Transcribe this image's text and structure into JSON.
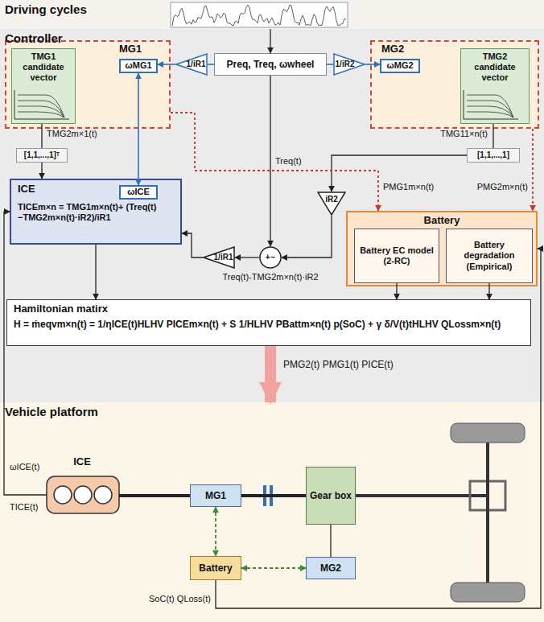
{
  "diagram": {
    "nodes": [
      {
        "text": [
          "Driving cycles"
        ]
      },
      {
        "text": [
          "Controller"
        ]
      },
      {
        "text": [
          "MG1"
        ],
        "in": 1
      },
      {
        "text": [
          "TMG1 candidate vector"
        ],
        "in": 2
      },
      {
        "text": [
          "ωMG1"
        ],
        "in": 2
      },
      {
        "text": [
          "Preq, Treq, ωwheel"
        ],
        "in": 1
      },
      {
        "text": [
          "MG2"
        ],
        "in": 1
      },
      {
        "text": [
          "ωMG2"
        ],
        "in": 6
      },
      {
        "text": [
          "TMG2 candidate vector"
        ],
        "in": 6
      },
      {
        "text": [
          "1/iR1"
        ],
        "in": 1
      },
      {
        "text": [
          "1/iR2"
        ],
        "in": 1
      },
      {
        "text": [
          "[1,1,...,1]ᵀ"
        ],
        "in": 1
      },
      {
        "text": [
          "[1,1,...,1]"
        ],
        "in": 1
      },
      {
        "text": [
          "ICE",
          "TICEm×n = TMG1m×n(t)+ (Treq(t)−TMG2m×n(t)·iR2)/iR1"
        ],
        "in": 1
      },
      {
        "text": [
          "ωICE"
        ],
        "in": 13
      },
      {
        "text": [
          "iR2"
        ],
        "in": 1
      },
      {
        "text": [
          "1/iR1"
        ],
        "in": 1
      },
      {
        "text": [
          "+",
          "−"
        ],
        "in": 1
      },
      {
        "text": [
          "Battery"
        ],
        "in": 1
      },
      {
        "text": [
          "Battery EC model (2-RC)"
        ],
        "in": 18
      },
      {
        "text": [
          "Battery degradation (Empirical)"
        ],
        "in": 18
      },
      {
        "text": [
          "Hamiltonian matirx",
          "H = ṁeqvm×n(t) = 1/ηICE(t)HLHV PICEm×n(t) + S 1/HLHV PBattm×n(t) p(SoC) + γ δ/V(t)tHLHV QLossm×n(t)"
        ],
        "in": 1
      },
      {
        "text": [
          "Vehicle platform"
        ]
      },
      {
        "text": [
          "ICE"
        ],
        "in": 22
      },
      {
        "text": [
          "MG1"
        ],
        "in": 22
      },
      {
        "text": [
          "Gear box"
        ],
        "in": 22
      },
      {
        "text": [
          "MG2"
        ],
        "in": 22
      },
      {
        "text": [
          "Battery"
        ],
        "in": 22
      }
    ],
    "edges": [
      {
        "from": 0,
        "to": 5,
        "arrow": "to"
      },
      {
        "from": 5,
        "to": 9,
        "arrow": "none"
      },
      {
        "from": 9,
        "to": 4,
        "arrow": "to"
      },
      {
        "from": 5,
        "to": 10,
        "arrow": "none"
      },
      {
        "from": 10,
        "to": 7,
        "arrow": "to"
      },
      {
        "from": 4,
        "to": 14,
        "arrow": "both"
      },
      {
        "from": 3,
        "to": 11,
        "arrow": "none",
        "label": "TMG2m×1(t)"
      },
      {
        "from": 11,
        "to": 13,
        "arrow": "to"
      },
      {
        "from": 8,
        "to": 12,
        "arrow": "none",
        "label": "TMG11×n(t)"
      },
      {
        "from": 12,
        "to": 15,
        "arrow": "to"
      },
      {
        "from": 15,
        "to": 17,
        "arrow": "to"
      },
      {
        "from": 5,
        "to": 17,
        "arrow": "to",
        "label": "Treq(t)"
      },
      {
        "from": 17,
        "to": 16,
        "arrow": "to",
        "label": "Treq(t)-TMG2m×n(t)·iR2"
      },
      {
        "from": 16,
        "to": 13,
        "arrow": "to"
      },
      {
        "from": 2,
        "to": 18,
        "arrow": "to",
        "label": "PMG1m×n(t)"
      },
      {
        "from": 6,
        "to": 18,
        "arrow": "to",
        "label": "PMG2m×n(t)"
      },
      {
        "from": 13,
        "to": 21,
        "arrow": "to"
      },
      {
        "from": 19,
        "to": 21,
        "arrow": "to"
      },
      {
        "from": 20,
        "to": 21,
        "arrow": "to"
      },
      {
        "from": 21,
        "to": 22,
        "arrow": "to",
        "label": "PMG2(t) PMG1(t) PICE(t)"
      },
      {
        "from": 23,
        "to": 13,
        "arrow": "to"
      },
      {
        "from": 27,
        "to": 18,
        "arrow": "to",
        "label": "SoC(t) QLoss(t)"
      },
      {
        "from": 23,
        "to": 24,
        "arrow": "none"
      },
      {
        "from": 24,
        "to": 25,
        "arrow": "none"
      },
      {
        "from": 24,
        "to": 27,
        "arrow": "both"
      },
      {
        "from": 27,
        "to": 26,
        "arrow": "both"
      },
      {
        "from": 26,
        "to": 25,
        "arrow": "none"
      }
    ],
    "labels": [
      "ωICE(t)",
      "TICE(t)"
    ]
  }
}
